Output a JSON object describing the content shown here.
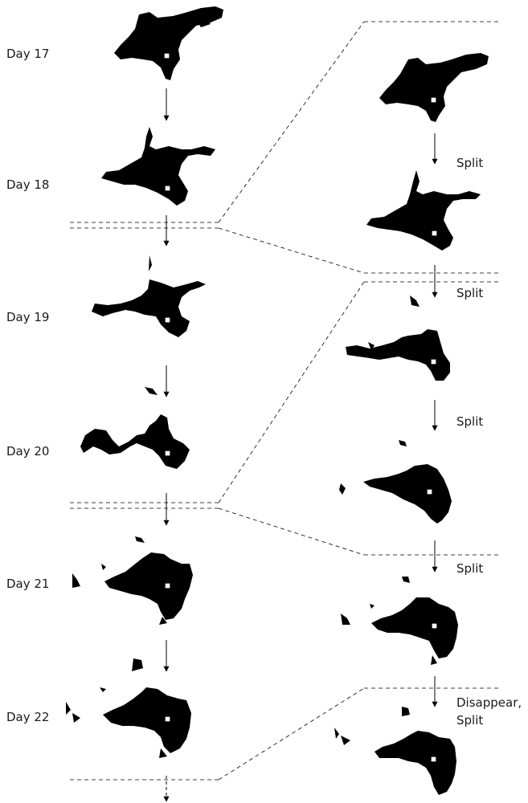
{
  "days": [
    "Day 17",
    "Day 18",
    "Day 19",
    "Day 20",
    "Day 21",
    "Day 22"
  ],
  "events": [
    "Split",
    "Split",
    "Split",
    "Split",
    "Disappear,",
    "Split"
  ]
}
